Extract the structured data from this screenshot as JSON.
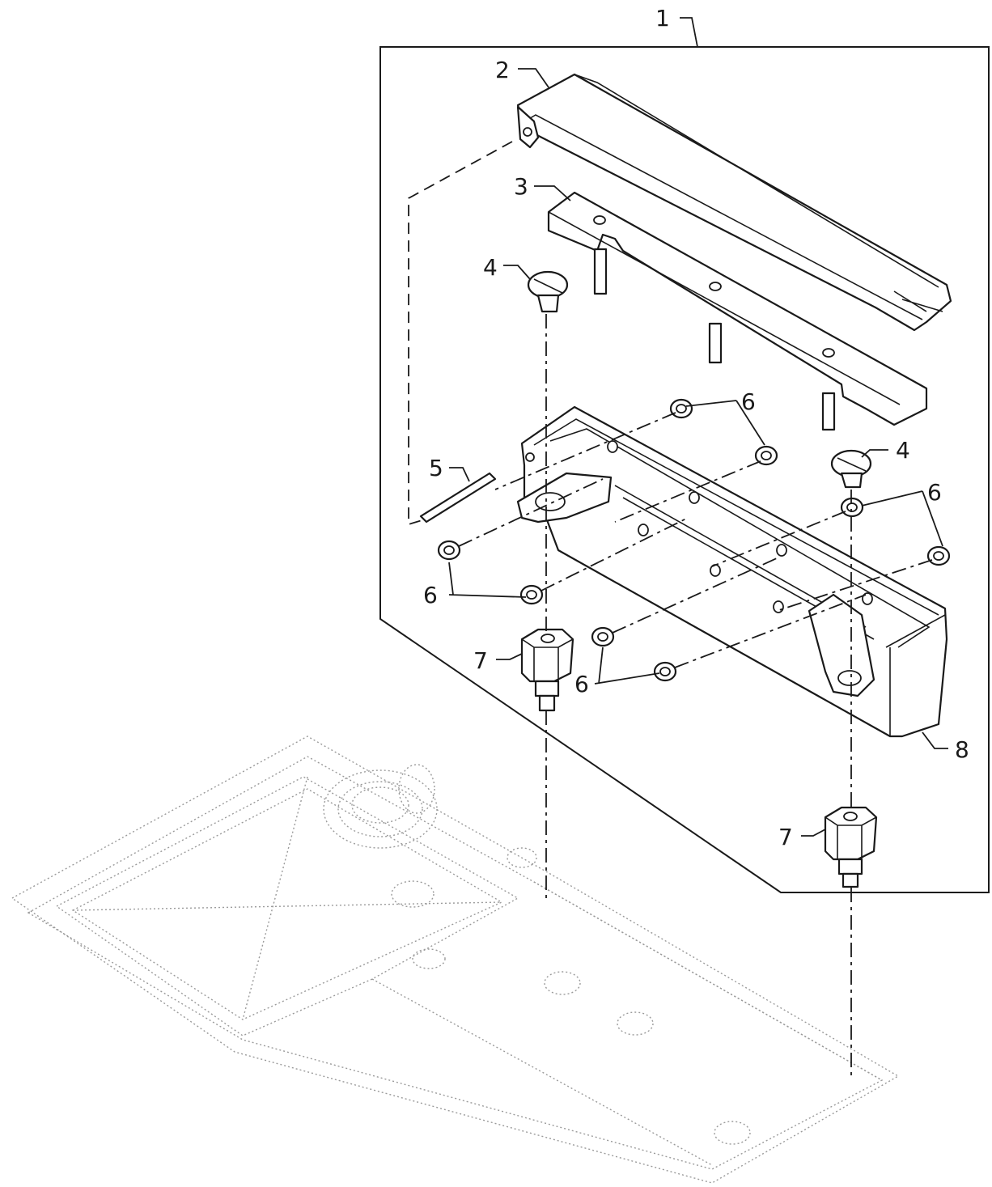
{
  "callouts": {
    "assembly": "1",
    "cover": "2",
    "plate": "3",
    "screw_upper": "4",
    "screw_right": "4",
    "pin": "5",
    "bushing_top": "6",
    "bushing_right": "6",
    "bushing_left": "6",
    "bushing_bottom": "6",
    "foot_left": "7",
    "foot_right": "7",
    "housing": "8"
  }
}
